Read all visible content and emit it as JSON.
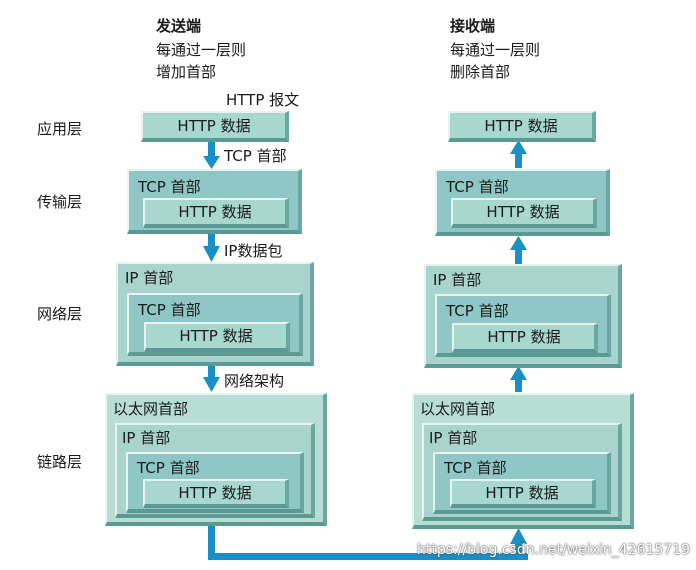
{
  "sender": {
    "title": "发送端",
    "line1": "每通过一层则",
    "line2": "增加首部"
  },
  "receiver": {
    "title": "接收端",
    "line1": "每通过一层则",
    "line2": "删除首部"
  },
  "layers": {
    "app": "应用层",
    "transport": "传输层",
    "network": "网络层",
    "link": "链路层"
  },
  "labels": {
    "http_message": "HTTP 报文",
    "http_data": "HTTP 数据",
    "tcp_header": "TCP 首部",
    "ip_header": "IP 首部",
    "eth_header": "以太网首部",
    "ip_packet": "IP数据包",
    "network_arch": "网络架构"
  },
  "watermark": "https://blog.csdn.net/weixin_42615719",
  "colors": {
    "arrow": "#1a8fc5",
    "tcp": "#8ec7c6",
    "ip": "#a9d4cd",
    "eth": "#b8ddd4"
  }
}
